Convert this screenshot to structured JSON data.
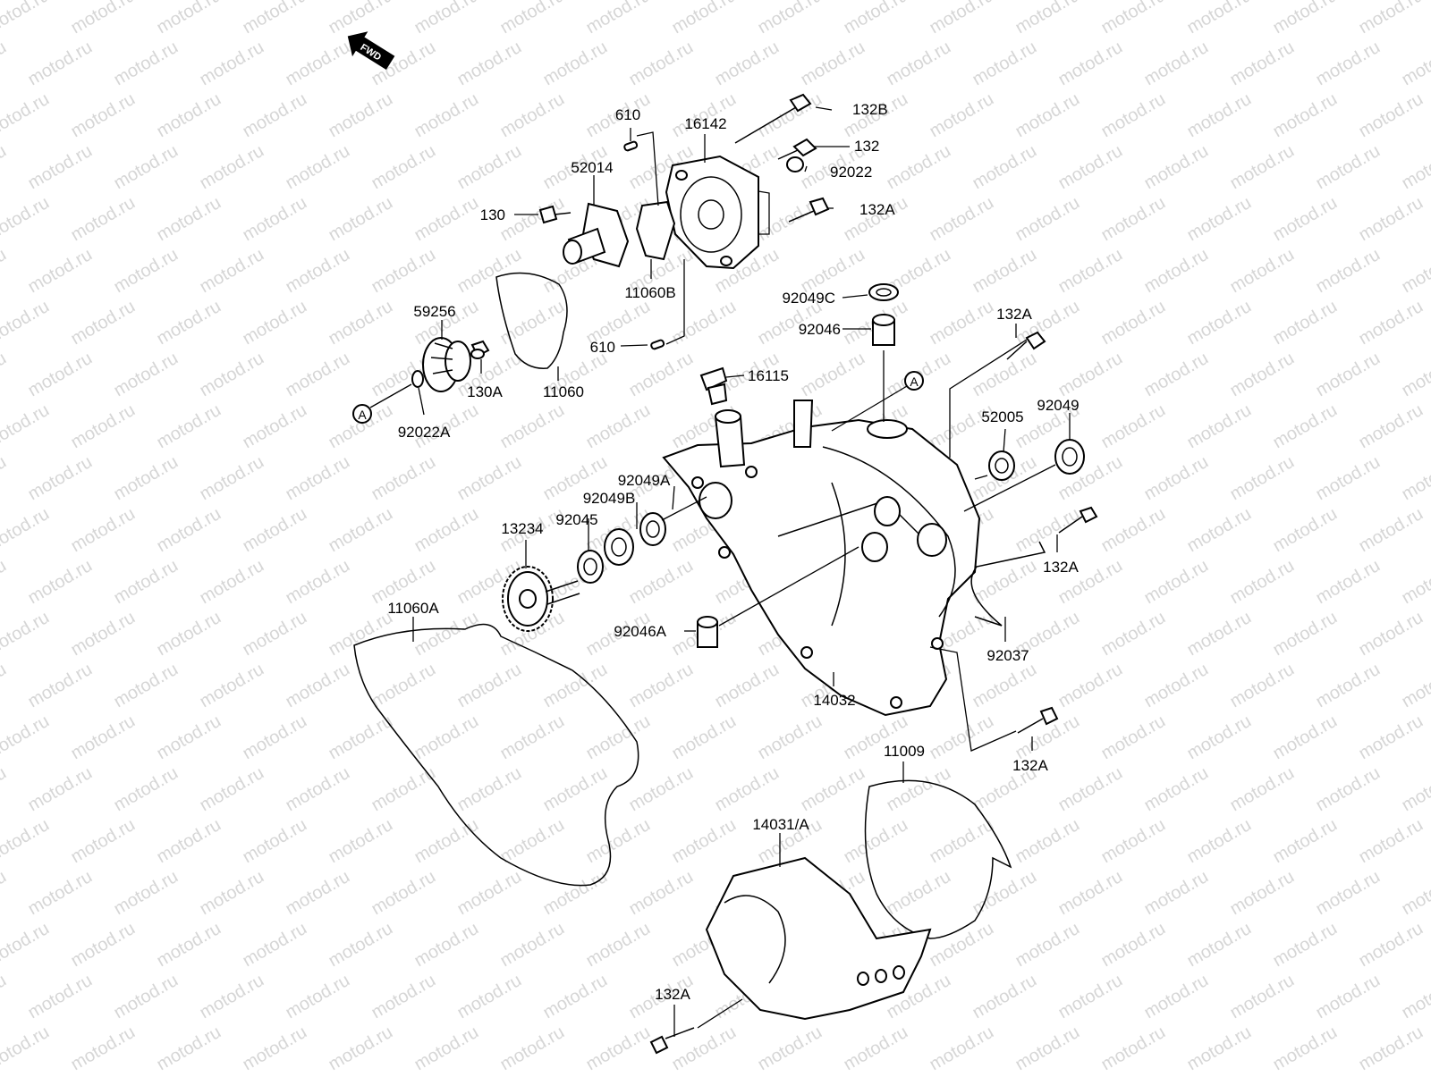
{
  "watermark": "motod.ru",
  "direction_label": "FWD",
  "ref_mark": "A",
  "part_labels": {
    "p610_top": "610",
    "p16142": "16142",
    "p132B": "132B",
    "p132_top": "132",
    "p52014": "52014",
    "p92022": "92022",
    "p130": "130",
    "p132A_pump": "132A",
    "p11060B": "11060B",
    "p92049C": "92049C",
    "p59256": "59256",
    "p92046": "92046",
    "p132A_right": "132A",
    "p610_bottom": "610",
    "p16115": "16115",
    "p130A": "130A",
    "p11060": "11060",
    "p92022A": "92022A",
    "p52005": "52005",
    "p92049": "92049",
    "p92049A": "92049A",
    "p92049B": "92049B",
    "p92045": "92045",
    "p13234": "13234",
    "p132A_mid": "132A",
    "p11060A": "11060A",
    "p92046A": "92046A",
    "p92037": "92037",
    "p14032": "14032",
    "p132A_low": "132A",
    "p11009": "11009",
    "p14031A": "14031/A",
    "p132A_bottom": "132A"
  }
}
